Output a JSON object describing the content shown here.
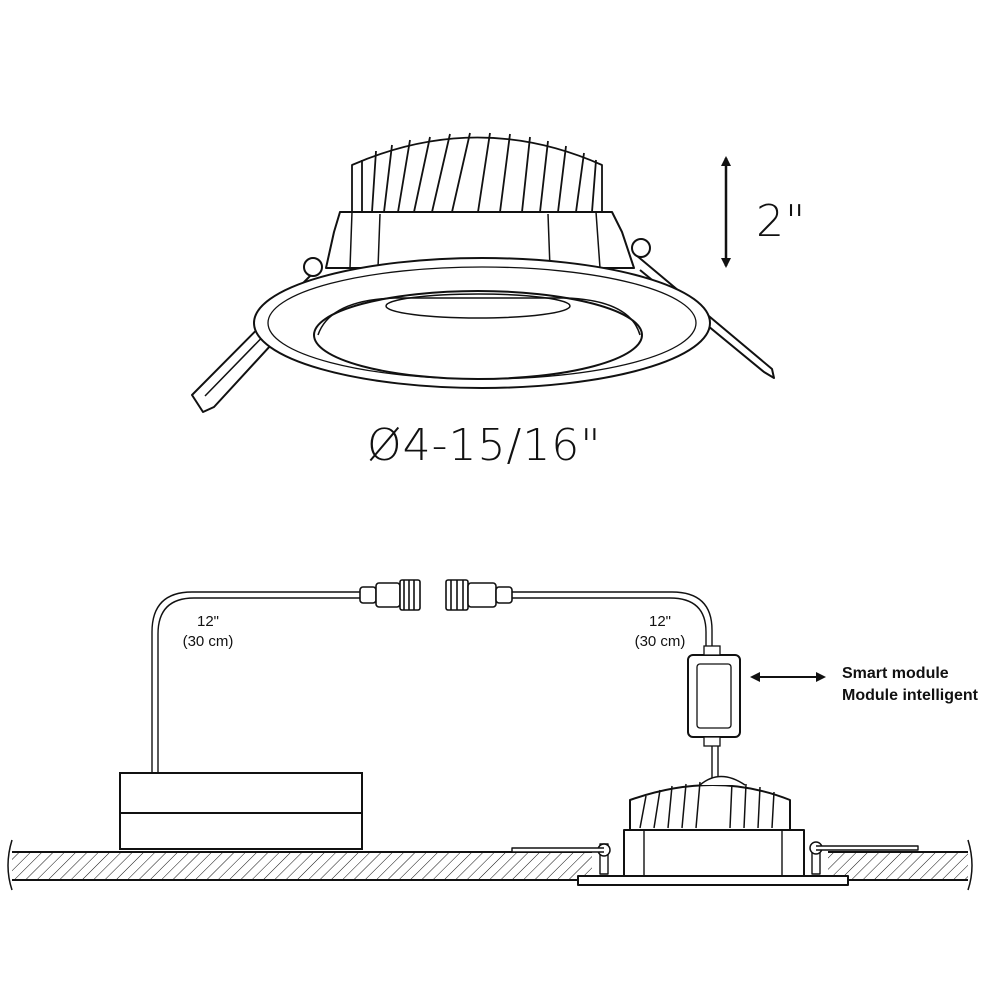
{
  "labels": {
    "height": "2\"",
    "diameter": "Ø4-15/16\"",
    "lead_left_len": "12\"",
    "lead_left_cm": "(30 cm)",
    "lead_right_len": "12\"",
    "lead_right_cm": "(30 cm)",
    "module_en": "Smart module",
    "module_fr": "Module intelligent"
  },
  "colors": {
    "line": "#111111",
    "fill": "#ffffff"
  }
}
